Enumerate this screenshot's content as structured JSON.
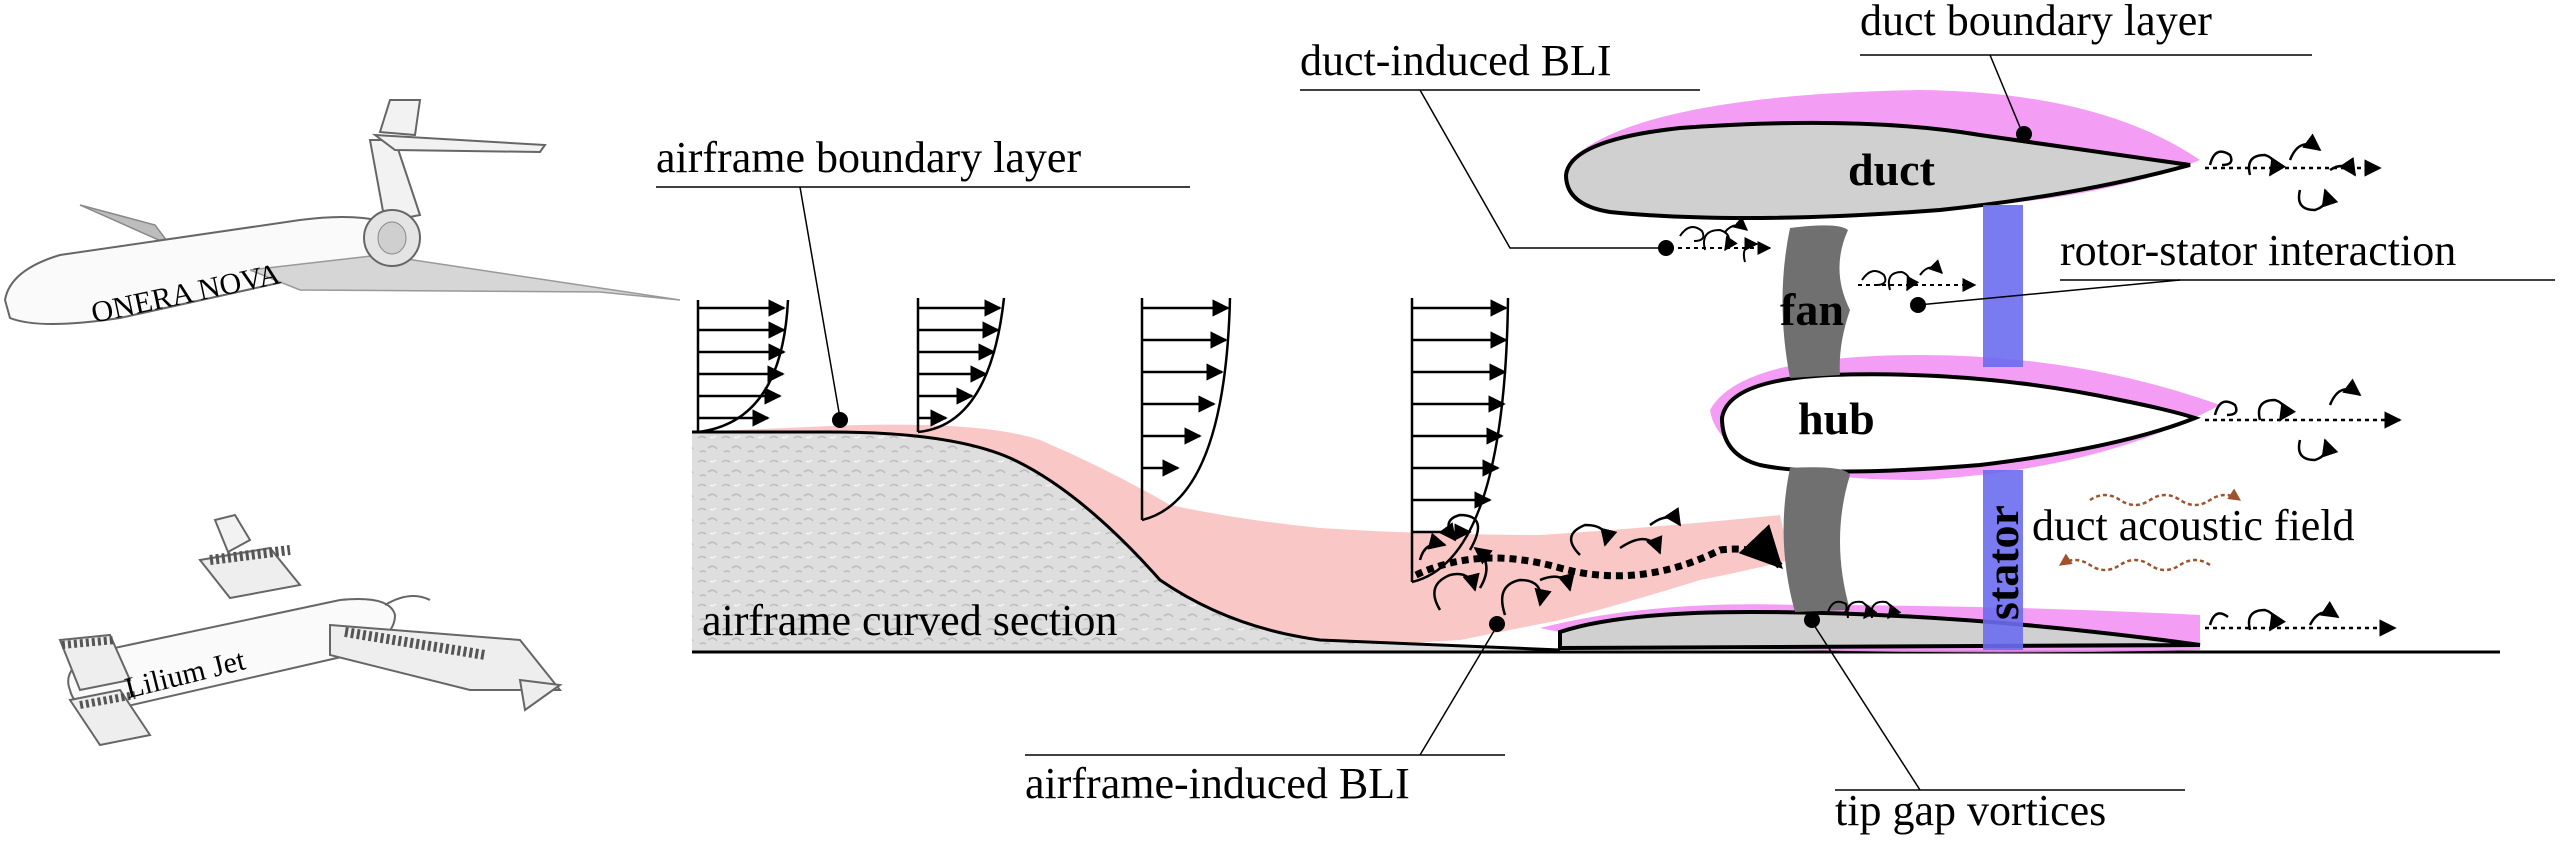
{
  "labels": {
    "airframe_boundary_layer": "airframe boundary layer",
    "duct_induced_bli": "duct-induced BLI",
    "duct_boundary_layer": "duct boundary layer",
    "rotor_stator_interaction": "rotor-stator interaction",
    "duct_acoustic_field": "duct acoustic field",
    "airframe_curved_section": "airframe curved section",
    "airframe_induced_bli": "airframe-induced BLI",
    "tip_gap_vortices": "tip gap vortices"
  },
  "components": {
    "duct": "duct",
    "fan": "fan",
    "hub": "hub",
    "stator": "stator"
  },
  "aircraft": {
    "top": "ONERA NOVA",
    "bottom": "Lilium Jet"
  },
  "colors": {
    "boundary_layer": "#f8b4b4",
    "duct_boundary_layer": "#f28cf2",
    "stator": "#6b6bf0",
    "fan": "#707070",
    "duct_fill": "#d0d0d0",
    "acoustic_arrows": "#a0522d",
    "airframe_surface": "#dcdcdc"
  }
}
